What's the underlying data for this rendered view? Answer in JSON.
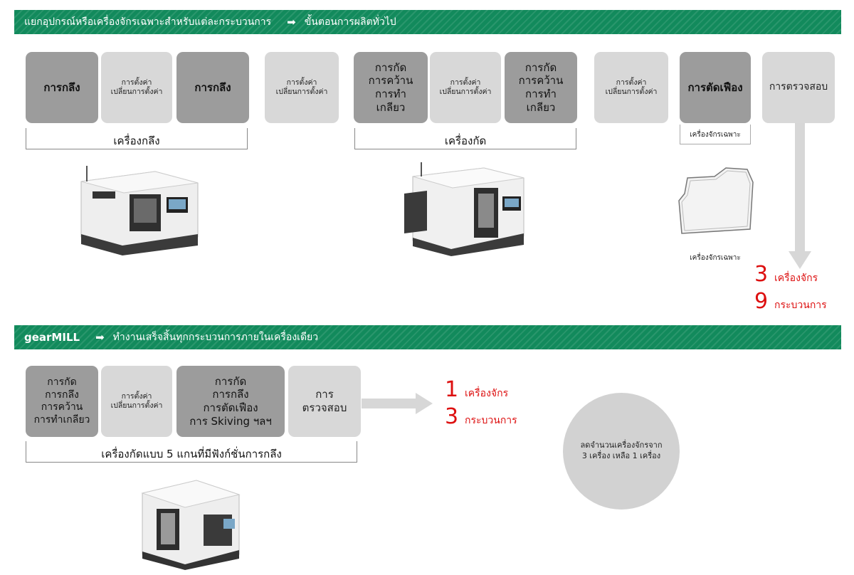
{
  "banner_top": {
    "left_text": "แยกอุปกรณ์หรือเครื่องจักรเฉพาะสำหรับแต่ละกระบวนการ",
    "right_text": "ขั้นตอนการผลิตทั่วไป"
  },
  "banner_bottom": {
    "brand": "gearMILL",
    "text": "ทำงานเสร็จสิ้นทุกกระบวนการภายในเครื่องเดียว"
  },
  "top_process": {
    "turning_1": "การกลึง",
    "setup_1": "การตั้งค่า\nเปลี่ยนการตั้งค่า",
    "turning_2": "การกลึง",
    "setup_2": "การตั้งค่า\nเปลี่ยนการตั้งค่า",
    "milling_1": "การกัด\nการคว้าน\nการทำ\nเกลียว",
    "setup_3": "การตั้งค่า\nเปลี่ยนการตั้งค่า",
    "milling_2": "การกัด\nการคว้าน\nการทำ\nเกลียว",
    "setup_4": "การตั้งค่า\nเปลี่ยนการตั้งค่า",
    "gear_cutting": "การตัดเฟือง",
    "inspection": "การตรวจสอบ",
    "lathe_label": "เครื่องกลึง",
    "mill_label": "เครื่องกัด",
    "special_machine_note_1": "เครื่องจักรเฉพาะ",
    "special_machine_note_2": "เครื่องจักรเฉพาะ"
  },
  "top_summary": {
    "machines_num": "3",
    "machines_label": "เครื่องจักร",
    "processes_num": "9",
    "processes_label": "กระบวนการ"
  },
  "bottom_process": {
    "combined_1": "การกัด\nการกลึง\nการคว้าน\nการทำเกลียว",
    "setup": "การตั้งค่า\nเปลี่ยนการตั้งค่า",
    "combined_2": "การกัด\nการกลึง\nการตัดเฟือง\nการ Skiving ฯลฯ",
    "inspection": "การ\nตรวจสอบ",
    "machine_label": "เครื่องกัดแบบ 5 แกนที่มีฟังก์ชั่นการกลึง"
  },
  "bottom_summary": {
    "machines_num": "1",
    "machines_label": "เครื่องจักร",
    "processes_num": "3",
    "processes_label": "กระบวนการ"
  },
  "circle_text": "ลดจำนวนเครื่องจักรจาก\n3 เครื่อง เหลือ 1 เครื่อง",
  "colors": {
    "banner": "#128a5c",
    "dark_box": "#9c9c9c",
    "light_box": "#d8d8d8",
    "accent_red": "#dd1010"
  }
}
